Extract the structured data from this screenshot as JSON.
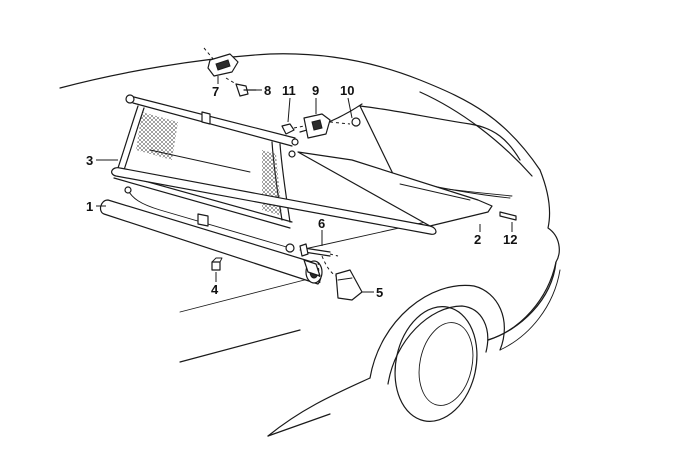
{
  "callouts": {
    "p1": "1",
    "p2": "2",
    "p3": "3",
    "p4": "4",
    "p5": "5",
    "p6": "6",
    "p7": "7",
    "p8": "8",
    "p9": "9",
    "p10": "10",
    "p11": "11",
    "p12": "12"
  },
  "icons": {
    "car": "car-outline-icon",
    "net": "cargo-net-icon",
    "roller": "roller-blind-icon"
  },
  "colors": {
    "line": "#1a1a1a",
    "background": "#ffffff"
  }
}
